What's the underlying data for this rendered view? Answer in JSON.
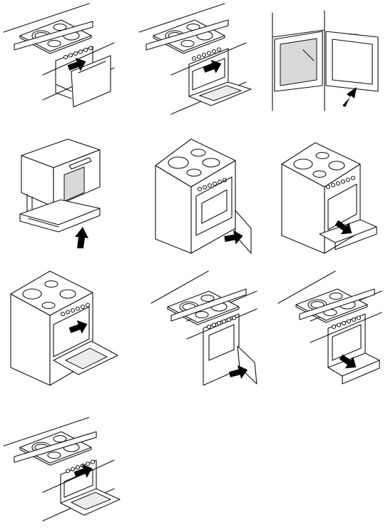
{
  "figure": {
    "panels": [
      {
        "id": "built-in-drawer-door",
        "kind": "built-in",
        "door": "pull-out-front",
        "arrow": "right"
      },
      {
        "id": "built-in-drop-door",
        "kind": "built-in",
        "door": "drop-down",
        "arrow": "right"
      },
      {
        "id": "wall-oven-side-door",
        "kind": "wall-oven",
        "door": "side-hinged-open",
        "arrow": "up-right"
      },
      {
        "id": "microwave-over-range",
        "kind": "microwave",
        "door": "front-window",
        "arrow": "up"
      },
      {
        "id": "freestanding-side-door",
        "kind": "freestanding",
        "door": "side-hinged",
        "arrow": "right"
      },
      {
        "id": "freestanding-drawer",
        "kind": "freestanding",
        "door": "bottom-drawer",
        "arrow": "down-right"
      },
      {
        "id": "freestanding-drop-door",
        "kind": "freestanding",
        "door": "drop-down",
        "arrow": "right"
      },
      {
        "id": "built-in-side-door",
        "kind": "built-in",
        "door": "side-hinged",
        "arrow": "right"
      },
      {
        "id": "built-in-drawer",
        "kind": "built-in",
        "door": "bottom-drawer",
        "arrow": "down-right"
      },
      {
        "id": "built-in-drop-door-2",
        "kind": "built-in",
        "door": "drop-down",
        "arrow": "right"
      }
    ],
    "colors": {
      "line": "#111111",
      "arrow": "#000000",
      "glass": "#d9d9d9"
    }
  }
}
